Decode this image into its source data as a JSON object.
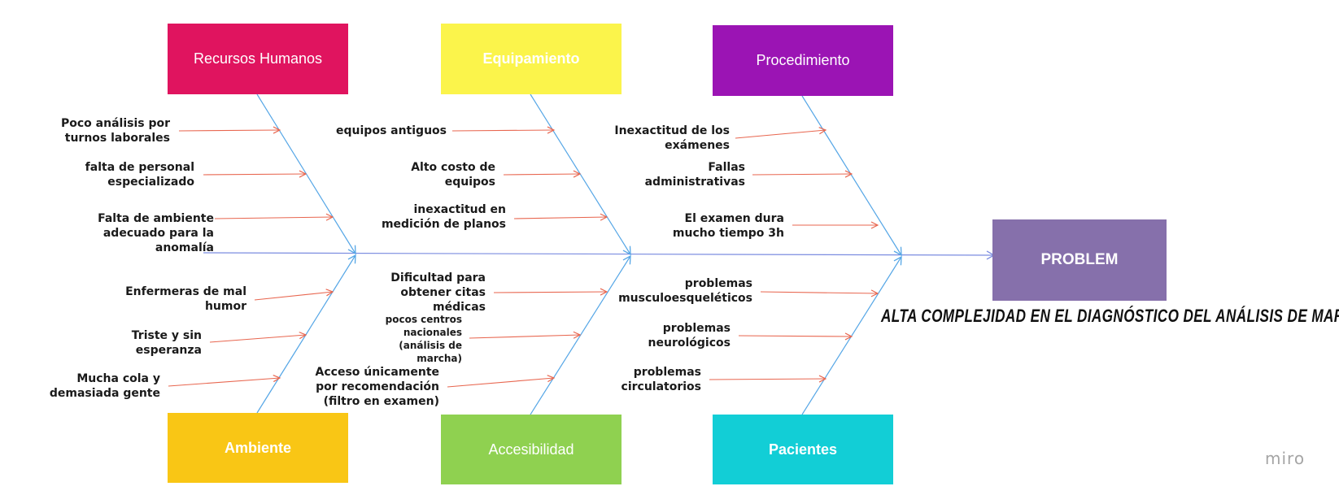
{
  "categories": {
    "recursos_humanos": {
      "label": "Recursos Humanos",
      "color": "#e0145f"
    },
    "equipamiento": {
      "label": "Equipamiento",
      "color": "#fbf44b"
    },
    "procedimiento": {
      "label": "Procedimiento",
      "color": "#9b14b4"
    },
    "ambiente": {
      "label": "Ambiente",
      "color": "#f9c615"
    },
    "accesibilidad": {
      "label": "Accesibilidad",
      "color": "#8fd150"
    },
    "pacientes": {
      "label": "Pacientes",
      "color": "#12ced6"
    }
  },
  "causes": {
    "rh_1": "Poco análisis por\nturnos laborales",
    "rh_2": "falta de personal\nespecializado",
    "rh_3": "Falta de ambiente\nadecuado para la\nanomalía",
    "eq_1": "equipos antiguos",
    "eq_2": "Alto costo de\nequipos",
    "eq_3": "inexactitud en\nmedición de planos",
    "pr_1": "Inexactitud de los\nexámenes",
    "pr_2": "Fallas\nadministrativas",
    "pr_3": "El examen dura\nmucho tiempo 3h",
    "am_1": "Enfermeras de mal\nhumor",
    "am_2": "Triste y sin\nesperanza",
    "am_3": "Mucha cola y\ndemasiada gente",
    "ac_1": "Dificultad para\nobtener citas\nmédicas",
    "ac_2": "pocos centros\nnacionales\n(análisis de\nmarcha)",
    "ac_3": "Acceso únicamente\npor recomendación\n(filtro en examen)",
    "pa_1": "problemas\nmusculoesqueléticos",
    "pa_2": "problemas\nneurológicos",
    "pa_3": "problemas\ncirculatorios"
  },
  "problem": {
    "label": "PROBLEM",
    "color": "#8670ab",
    "statement": "ALTA COMPLEJIDAD EN EL DIAGNÓSTICO DEL ANÁLISIS DE MARCHA"
  },
  "colors": {
    "spine": "#7b8ce0",
    "bone": "#55a6e6",
    "cause_arrow": "#e8664f"
  },
  "watermark": "miro"
}
